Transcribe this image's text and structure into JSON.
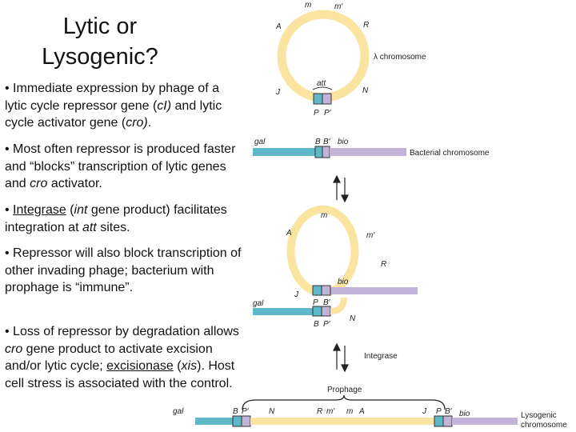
{
  "title": {
    "line1": "Lytic or",
    "line2": "Lysogenic?"
  },
  "bullets": [
    {
      "parts": [
        "• Immediate expression by phage of a lytic cycle repressor gene (",
        "cI)",
        " and lytic cycle activator gene (",
        "cro)",
        "."
      ]
    },
    {
      "parts": [
        "• Most often repressor is produced faster and “blocks” transcription of lytic genes and ",
        "cro",
        " activator."
      ]
    },
    {
      "parts": [
        "• ",
        "Integrase",
        " (",
        "int",
        " gene product) facilitates integration at ",
        "att",
        " sites."
      ]
    },
    {
      "parts": [
        "• Repressor will also block transcription of other invading phage; bacterium with prophage is “immune”."
      ]
    },
    {
      "parts": [
        "• Loss of repressor by degradation allows ",
        "cro",
        " gene product to activate excision and/or lytic cycle; ",
        "excisionase",
        " (",
        "xis",
        ").  Host cell stress is associated with the control."
      ]
    }
  ],
  "diagram": {
    "colors": {
      "phage": "#fbe3a0",
      "gal": "#5fb8c8",
      "bio": "#c2b3d9",
      "outline": "#333333",
      "arrow": "#222222"
    },
    "phage_labels": {
      "m": "m",
      "m_prime": "m′",
      "A": "A",
      "R": "R",
      "J": "J",
      "N": "N",
      "att": "att",
      "P": "P",
      "P_prime": "P′",
      "chromosome": "λ chromosome"
    },
    "bacterial_labels": {
      "gal": "gal",
      "B": "B",
      "B_prime": "B′",
      "bio": "bio",
      "chromosome": "Bacterial chromosome"
    },
    "integration_labels": {
      "m": "m",
      "A": "A",
      "m_prime": "m′",
      "R": "R",
      "J": "J",
      "N": "N",
      "bio": "bio",
      "gal": "gal",
      "P": "P",
      "B_prime": "B′",
      "B": "B",
      "P_prime": "P′"
    },
    "arrow2_label": "Integrase",
    "prophage_label": "Prophage",
    "lysogenic_labels": {
      "gal": "gal",
      "B": "B",
      "P_prime": "P′",
      "N": "N",
      "R": "R",
      "m_prime": "m′",
      "m": "m",
      "A": "A",
      "J": "J",
      "P": "P",
      "B_prime": "B′",
      "bio": "bio",
      "chromosome_line1": "Lysogenic",
      "chromosome_line2": "chromosome"
    }
  }
}
